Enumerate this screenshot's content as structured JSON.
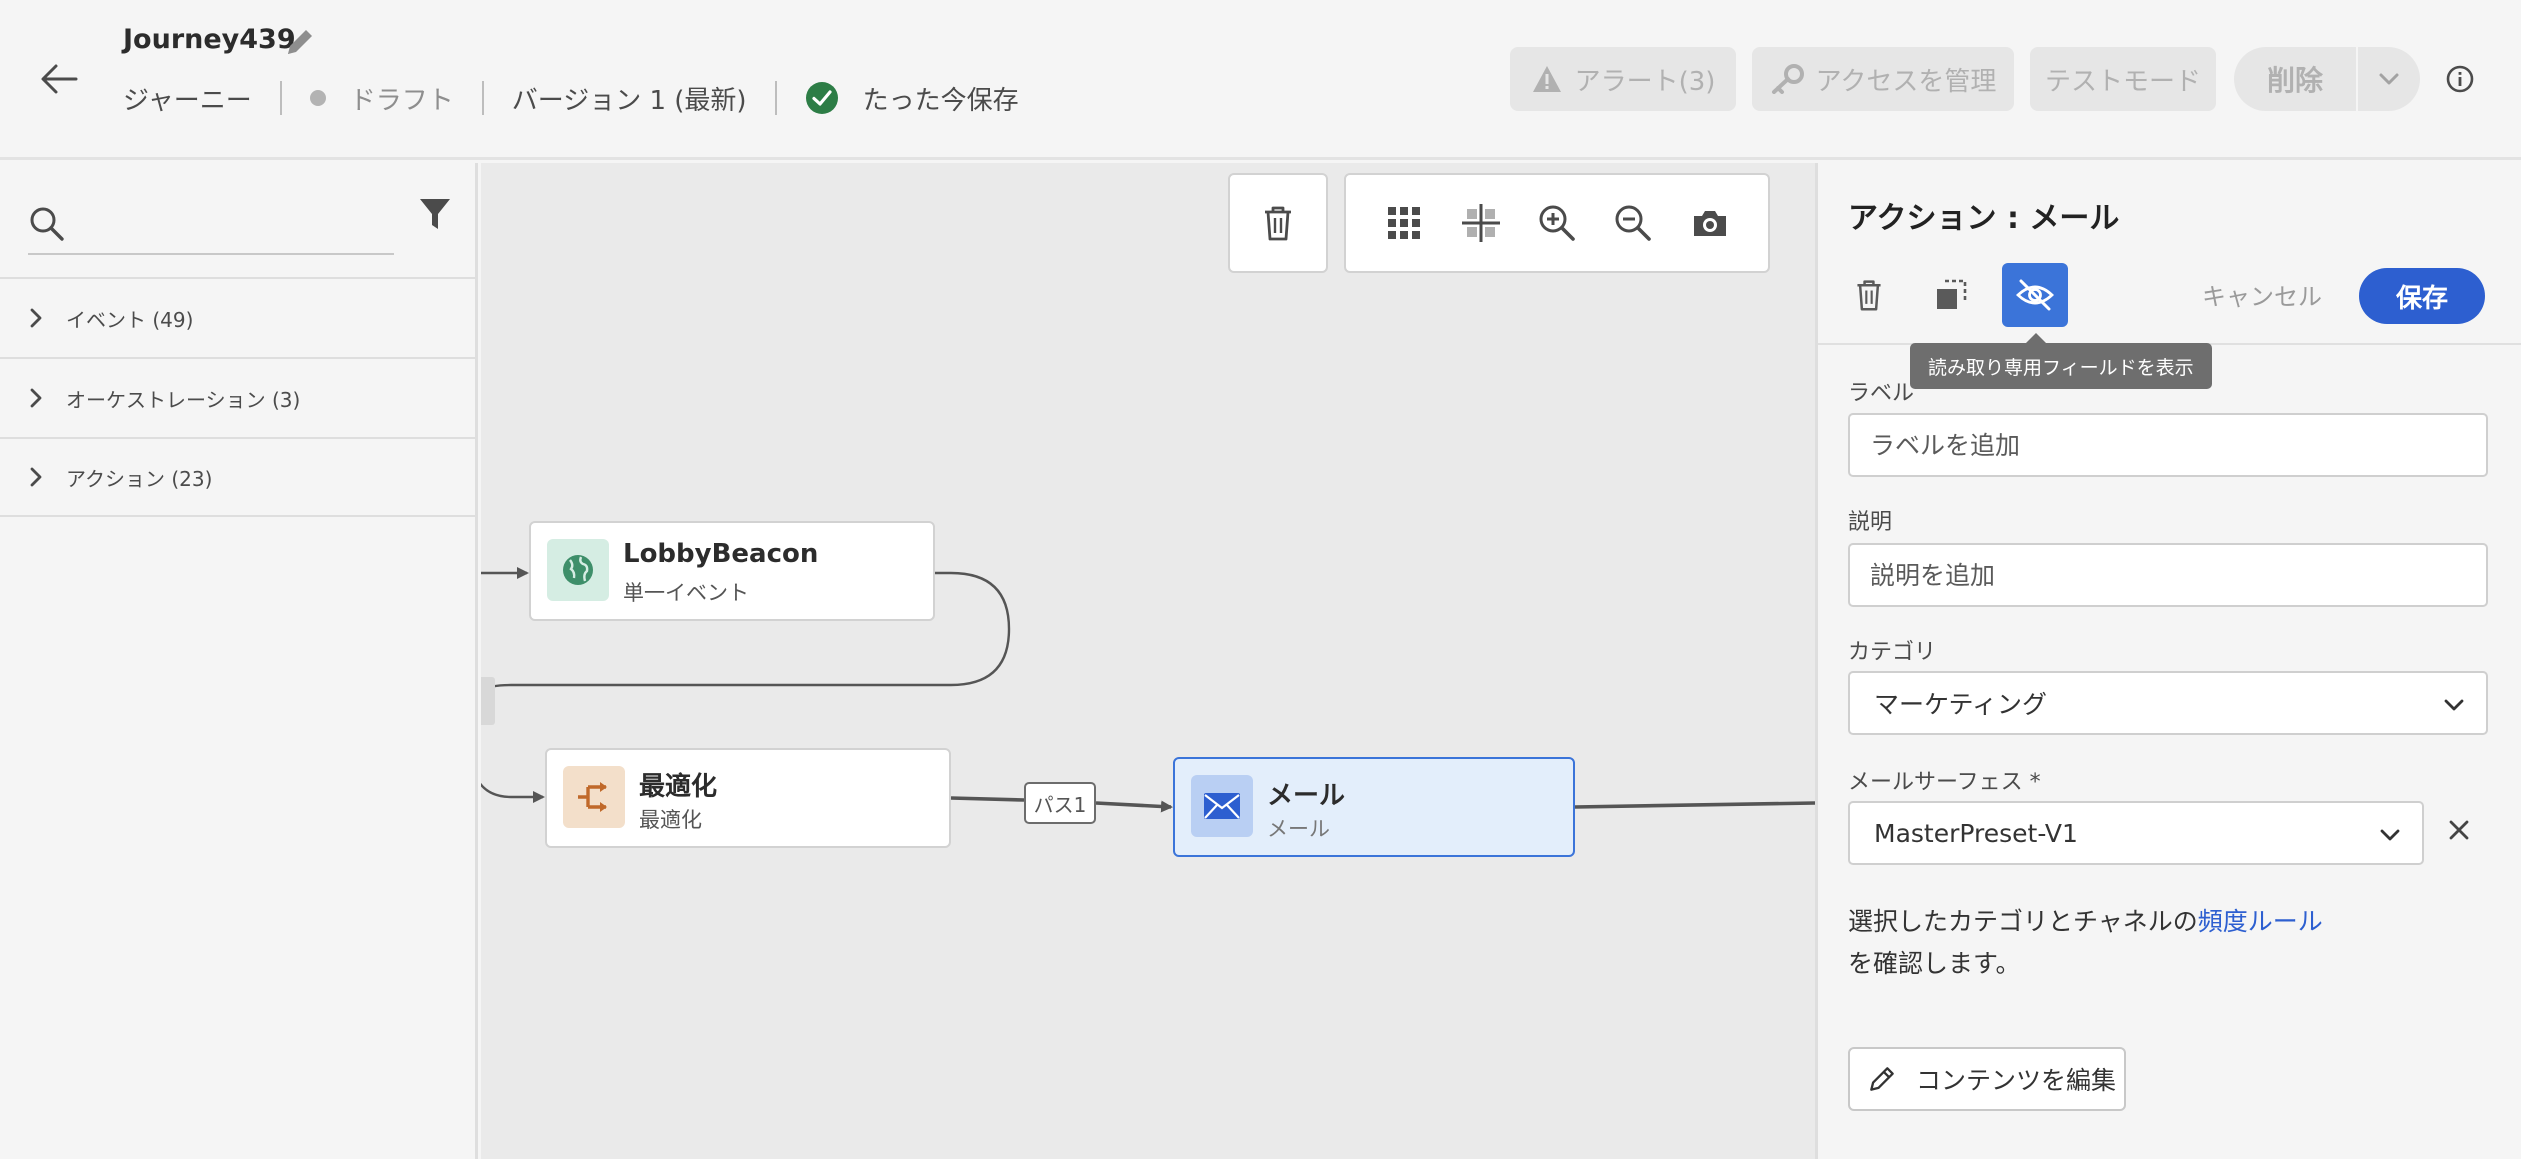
{
  "header": {
    "journey_name": "Journey439",
    "type": "ジャーニー",
    "status": "ドラフト",
    "version": "バージョン 1 (最新)",
    "saved_status": "たった今保存",
    "buttons": {
      "alerts": "アラート(3)",
      "manage_access": "アクセスを管理",
      "test_mode": "テストモード",
      "delete": "削除"
    }
  },
  "left_panel": {
    "search": {
      "value": "",
      "placeholder": ""
    },
    "categories": [
      {
        "label": "イベント (49)"
      },
      {
        "label": "オーケストレーション (3)"
      },
      {
        "label": "アクション (23)"
      }
    ]
  },
  "canvas": {
    "nodes": {
      "lobby": {
        "title": "LobbyBeacon",
        "subtitle": "単一イベント"
      },
      "optimize": {
        "title": "最適化",
        "subtitle": "最適化"
      },
      "mail": {
        "title": "メール",
        "subtitle": "メール"
      }
    },
    "path_label": "パス1"
  },
  "right_panel": {
    "title": "アクション : メール",
    "cancel": "キャンセル",
    "save": "保存",
    "tooltip": "読み取り専用フィールドを表示",
    "fields": {
      "label": {
        "label": "ラベル",
        "value": "",
        "placeholder": "ラベルを追加"
      },
      "description": {
        "label": "説明",
        "value": "",
        "placeholder": "説明を追加"
      },
      "category": {
        "label": "カテゴリ",
        "value": "マーケティング"
      },
      "email_surface": {
        "label": "メールサーフェス *",
        "value": "MasterPreset-V1"
      }
    },
    "frequency": {
      "text_before": "選択したカテゴリとチャネルの",
      "link": "頻度ルール",
      "text_after": "を確認します。"
    },
    "edit_content": "コンテンツを編集"
  },
  "colors": {
    "accent": "#3b74d9",
    "save_button": "#2d5fd0",
    "saved_check": "#2d7d46",
    "selected_node_bg": "#e3eefb",
    "event_icon_bg": "#d5ede3",
    "orchestration_icon_bg": "#f3dfca"
  },
  "icons": [
    "arrow-left-icon",
    "pencil-icon",
    "check-circle-icon",
    "alert-icon",
    "key-icon",
    "chevron-down-icon",
    "info-icon",
    "search-icon",
    "filter-icon",
    "chevron-right-icon",
    "trash-icon",
    "grid-icon",
    "crosshair-icon",
    "zoom-in-icon",
    "zoom-out-icon",
    "camera-icon",
    "globe-icon",
    "split-icon",
    "mail-icon",
    "duplicate-icon",
    "eye-off-icon",
    "close-icon"
  ]
}
